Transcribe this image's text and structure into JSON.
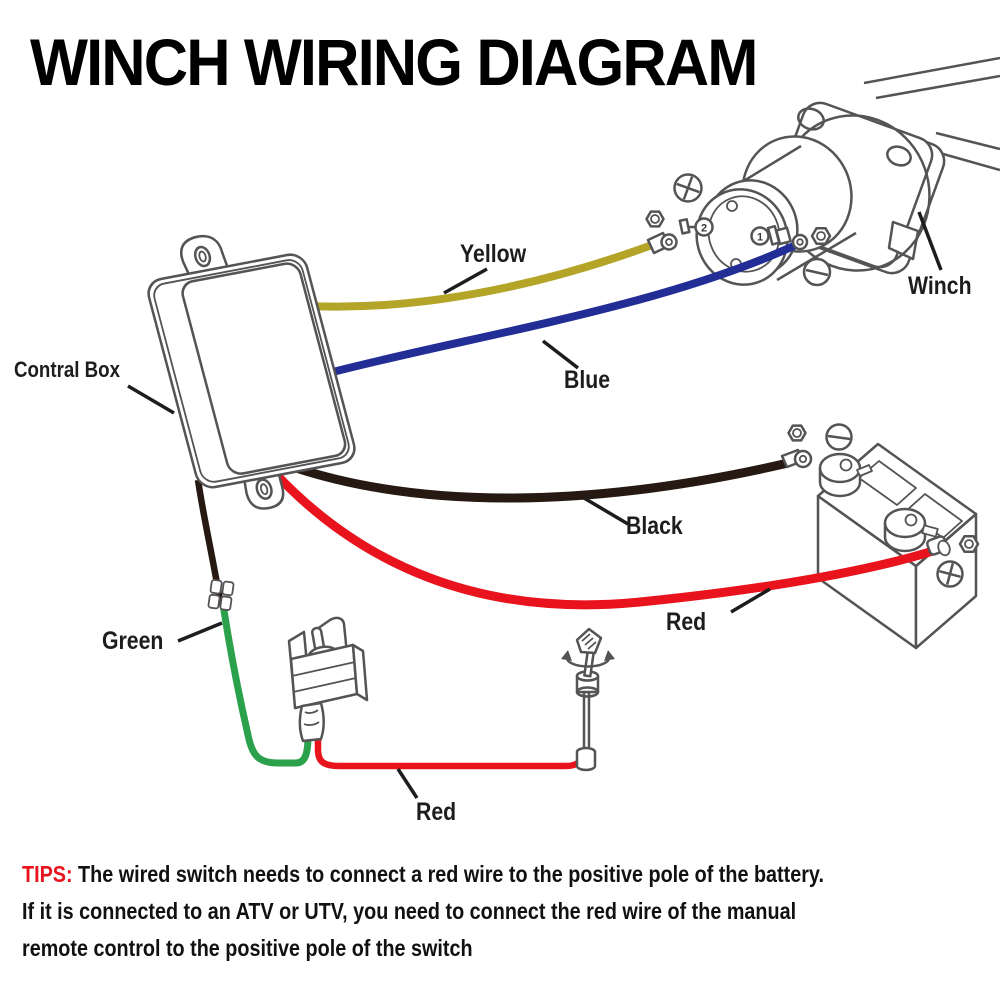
{
  "title": "WINCH WIRING DIAGRAM",
  "labels": {
    "winch": "Winch",
    "control_box": "Contral Box",
    "yellow_wire": "Yellow",
    "blue_wire": "Blue",
    "black_wire": "Black",
    "red_battery_wire": "Red",
    "green_wire": "Green",
    "red_switch_wire": "Red"
  },
  "motor_terminals": {
    "t1": "1",
    "t2": "2"
  },
  "tips": {
    "label": "TIPS:",
    "line1": "The wired switch needs to connect a red wire to the positive pole of the battery.",
    "line2": "If it is connected to an ATV or UTV, you need to connect the red wire of the manual",
    "line3": "remote control to the positive pole of the switch"
  },
  "colors": {
    "yellow": "#b4a428",
    "blue": "#232d96",
    "black": "#261911",
    "red": "#e8131c",
    "green": "#2aa14a",
    "outline": "#545456",
    "tips_accent": "#e8131c",
    "label_text": "#1d1d1f"
  }
}
